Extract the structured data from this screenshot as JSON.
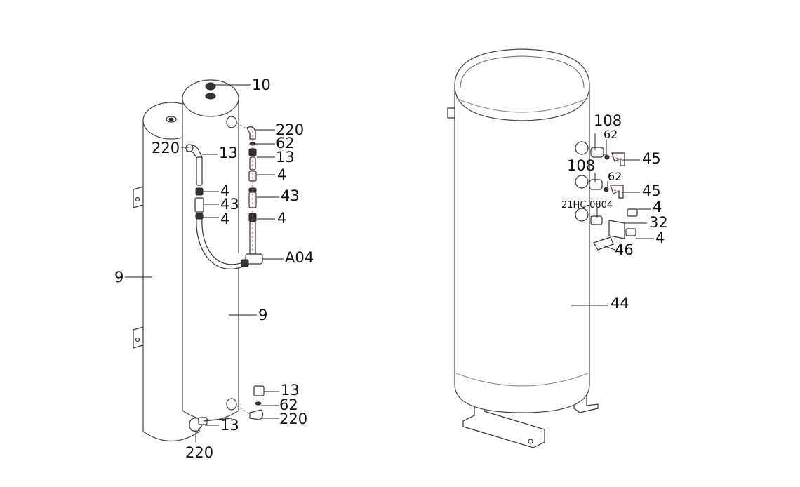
{
  "left_assembly": {
    "callouts": {
      "top_port": "10",
      "elbow_upper_right": "220",
      "seal_upper": "62",
      "fitting_upper_right": "13",
      "nut_a": "4",
      "union_right": "43",
      "nut_b": "4",
      "tee": "A04",
      "elbow_upper_left": "220",
      "fitting_upper_left": "13",
      "nut_left_a": "4",
      "union_left": "43",
      "nut_left_b": "4",
      "tank_left": "9",
      "tank_right": "9",
      "fitting_lower_right": "13",
      "seal_lower": "62",
      "elbow_lower_right": "220",
      "fitting_lower_left": "13",
      "elbow_lower_left": "220"
    }
  },
  "right_assembly": {
    "callouts": {
      "adapter_upper": "108",
      "seal_upper": "62",
      "tee_upper": "45",
      "adapter_lower": "108",
      "seal_lower": "62",
      "tee_lower": "45",
      "part_code": "21HC-0804",
      "nut_upper": "4",
      "block": "32",
      "nut_lower": "4",
      "plug": "46",
      "receiver_tank": "44"
    }
  }
}
